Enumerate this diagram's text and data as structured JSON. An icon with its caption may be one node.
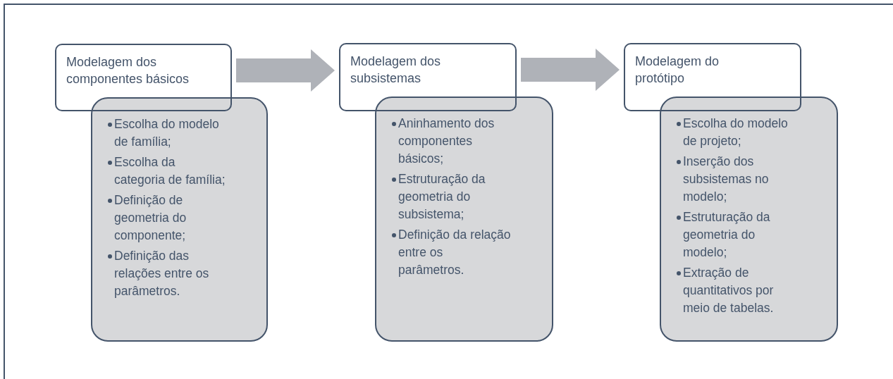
{
  "diagram": {
    "nodes": [
      {
        "text": [
          "Modelagem dos componentes básicos"
        ]
      },
      {
        "text": [
          "Escolha do modelo de família;",
          "Escolha da categoria de família;",
          "Definição de geometria do componente;",
          "Definição das relações entre os parâmetros."
        ]
      },
      {
        "text": [
          "Modelagem dos subsistemas"
        ]
      },
      {
        "text": [
          "Aninhamento dos componentes básicos;",
          "Estruturação da geometria do subsistema;",
          "Definição da relação entre os parâmetros."
        ]
      },
      {
        "text": [
          "Modelagem do protótipo"
        ]
      },
      {
        "text": [
          "Escolha do modelo de projeto;",
          "Inserção dos subsistemas no modelo;",
          "Estruturação da geometria do modelo;",
          "Extração de quantitativos por meio de tabelas."
        ]
      }
    ],
    "edges": [
      {
        "from": 0,
        "to": 2,
        "arrow": "to"
      },
      {
        "from": 2,
        "to": 4,
        "arrow": "to"
      }
    ]
  }
}
